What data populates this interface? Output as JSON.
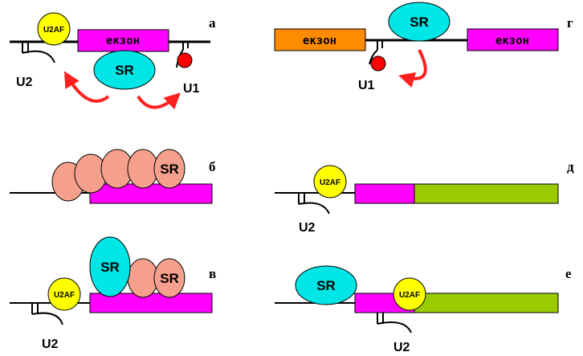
{
  "panels": {
    "a": "а",
    "b": "б",
    "v": "в",
    "g": "г",
    "d": "д",
    "e": "е"
  },
  "labels": {
    "exon": "екзон",
    "sr": "SR",
    "u2af": "U2AF",
    "u1": "U1",
    "u2": "U2"
  },
  "colors": {
    "exon_magenta": "#ff00ff",
    "exon_orange": "#ff8c00",
    "downstream_exon_green": "#99cc00",
    "sr_protein_cyan": "#00e5e5",
    "sr_protein_salmon": "#f5a08c",
    "u2af_yellow": "#ffff00",
    "u1_red": "#ff0000",
    "arrow_red": "#ff2020"
  }
}
